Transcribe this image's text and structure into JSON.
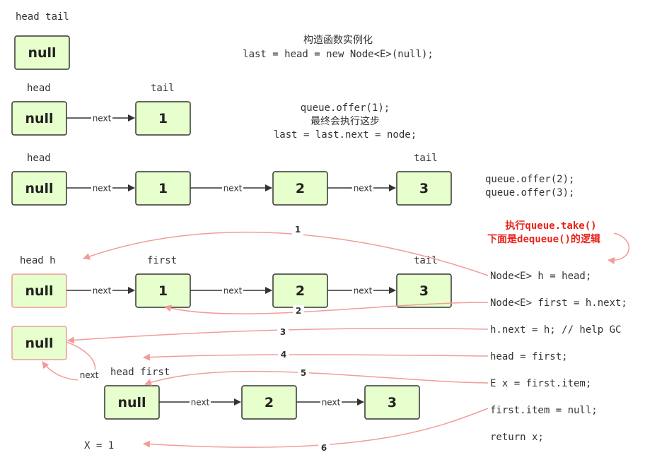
{
  "colors": {
    "node_fill": "#e6ffcc",
    "node_stroke": "#333333",
    "removed_node_stroke": "#f19c99",
    "flow_arrow": "#f19c99",
    "highlight_text": "#e8231b"
  },
  "edge_label": "next",
  "section1": {
    "pointer_label": "head tail",
    "node": "null",
    "caption_line1": "构造函数实例化",
    "caption_line2": "last = head = new Node<E>(null);"
  },
  "section2": {
    "head_label": "head",
    "tail_label": "tail",
    "nodes": [
      "null",
      "1"
    ],
    "caption_line1": "queue.offer(1);",
    "caption_line2": "最终会执行这步",
    "caption_line3": "last = last.next = node;"
  },
  "section3": {
    "head_label": "head",
    "tail_label": "tail",
    "nodes": [
      "null",
      "1",
      "2",
      "3"
    ],
    "caption_line1": "queue.offer(2);",
    "caption_line2": "queue.offer(3);"
  },
  "section4": {
    "head_label": "head h",
    "first_label": "first",
    "tail_label": "tail",
    "nodes": [
      "null",
      "1",
      "2",
      "3"
    ],
    "title_line1": "执行queue.take()",
    "title_line2": "下面是dequeue()的逻辑"
  },
  "section5": {
    "detached_node": "null",
    "head_label": "head first",
    "nodes": [
      "null",
      "2",
      "3"
    ],
    "result": "X = 1"
  },
  "code_lines": [
    "Node<E> h = head;",
    "Node<E> first = h.next;",
    "h.next = h; // help GC",
    "head = first;",
    "E x = first.item;",
    "first.item = null;",
    "return x;"
  ],
  "steps": [
    "1",
    "2",
    "3",
    "4",
    "5",
    "6"
  ]
}
